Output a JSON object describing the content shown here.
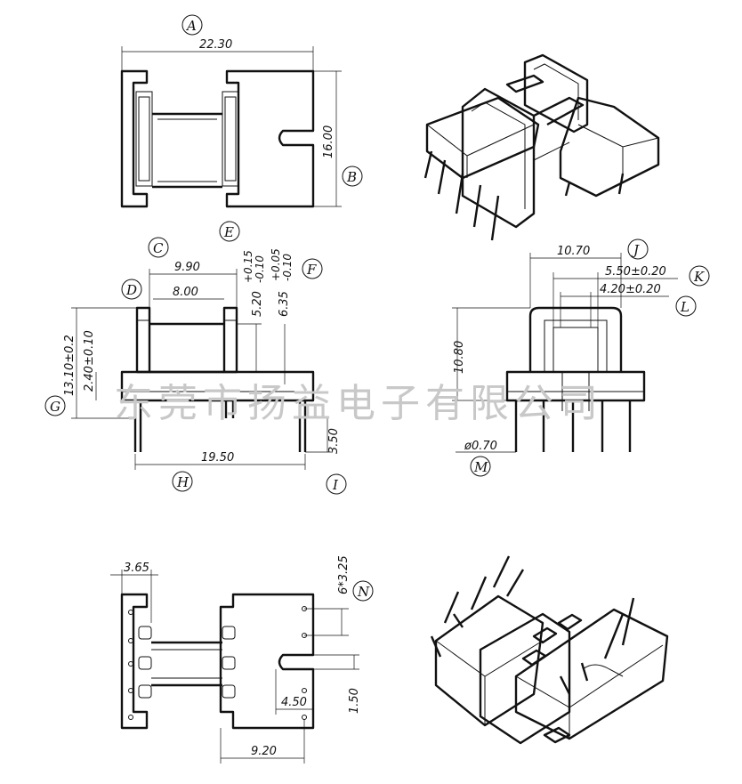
{
  "watermark": "东莞市扬益电子有限公司",
  "labels": {
    "A": "A",
    "B": "B",
    "C": "C",
    "D": "D",
    "E": "E",
    "F": "F",
    "G": "G",
    "H": "H",
    "I": "I",
    "J": "J",
    "K": "K",
    "L": "L",
    "M": "M",
    "N": "N"
  },
  "dims": {
    "top_width": "22.30",
    "top_height": "16.00",
    "c_990": "9.90",
    "d_800": "8.00",
    "e_520_main": "5.20",
    "e_520_tol_plus": "+0.15",
    "e_520_tol_minus": "-0.10",
    "f_635_main": "6.35",
    "f_635_tol_plus": "+0.05",
    "f_635_tol_minus": "-0.10",
    "g_1310": "13.10±0.2",
    "g_240": "2.40±0.10",
    "h_1950": "19.50",
    "i_350": "3.50",
    "j_1070": "10.70",
    "k_550": "5.50±0.20",
    "l_420": "4.20±0.20",
    "side_1080": "10.80",
    "m_070": "ø0.70",
    "b_365": "3.65",
    "n_6x325": "6*3.25",
    "b_450": "4.50",
    "b_150": "1.50",
    "b_920": "9.20"
  }
}
